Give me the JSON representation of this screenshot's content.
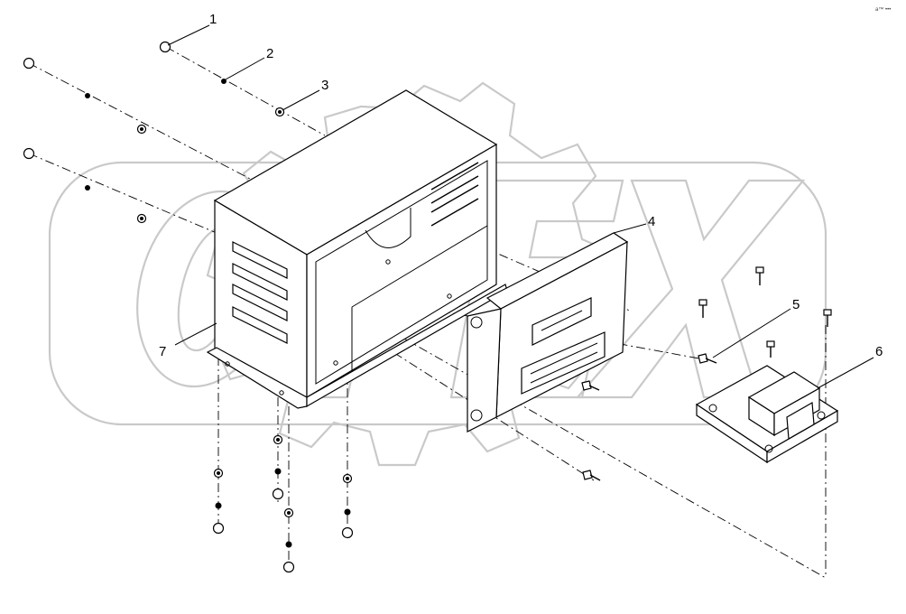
{
  "watermark": {
    "text": "OPEX",
    "color": "#c9c9c9"
  },
  "corner_mark": "a™ •••",
  "callouts": [
    {
      "id": 1,
      "label": "1"
    },
    {
      "id": 2,
      "label": "2"
    },
    {
      "id": 3,
      "label": "3"
    },
    {
      "id": 4,
      "label": "4"
    },
    {
      "id": 5,
      "label": "5"
    },
    {
      "id": 6,
      "label": "6"
    },
    {
      "id": 7,
      "label": "7"
    }
  ],
  "parts": [
    {
      "callout": "1",
      "icon": "nut-icon"
    },
    {
      "callout": "2",
      "icon": "lock-washer-icon"
    },
    {
      "callout": "3",
      "icon": "flat-washer-icon"
    },
    {
      "callout": "4",
      "icon": "ecu-module-icon"
    },
    {
      "callout": "5",
      "icon": "bolt-icon"
    },
    {
      "callout": "6",
      "icon": "control-unit-icon"
    },
    {
      "callout": "7",
      "icon": "enclosure-box-icon"
    }
  ]
}
